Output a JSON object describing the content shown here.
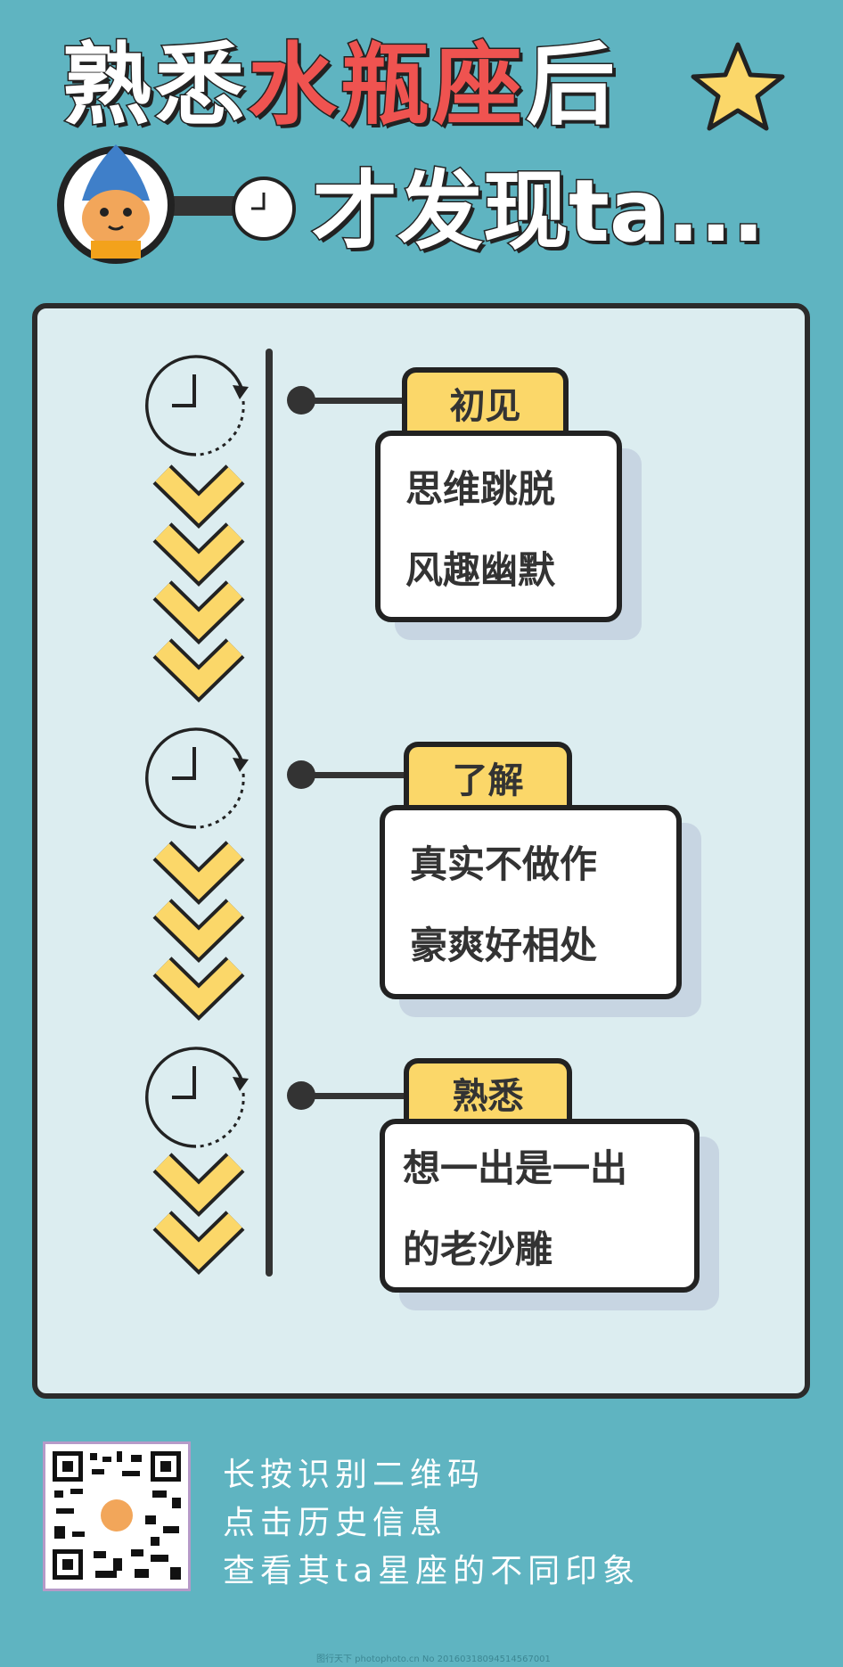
{
  "header": {
    "title_pre": "熟悉",
    "title_highlight": "水瓶座",
    "title_post": "后",
    "subtitle": "才发现ta..."
  },
  "timeline": [
    {
      "label": "初见",
      "lines": [
        "思维跳脱",
        "风趣幽默"
      ]
    },
    {
      "label": "了解",
      "lines": [
        "真实不做作",
        "豪爽好相处"
      ]
    },
    {
      "label": "熟悉",
      "lines": [
        "想一出是一出",
        "的老沙雕"
      ]
    }
  ],
  "footer": {
    "lines": [
      "长按识别二维码",
      "点击历史信息",
      "查看其ta星座的不同印象"
    ],
    "watermark": "图行天下 photophoto.cn No 20160318094514567001"
  },
  "colors": {
    "background": "#5fb4c1",
    "accent_red": "#ef5350",
    "yellow": "#fbd769"
  }
}
